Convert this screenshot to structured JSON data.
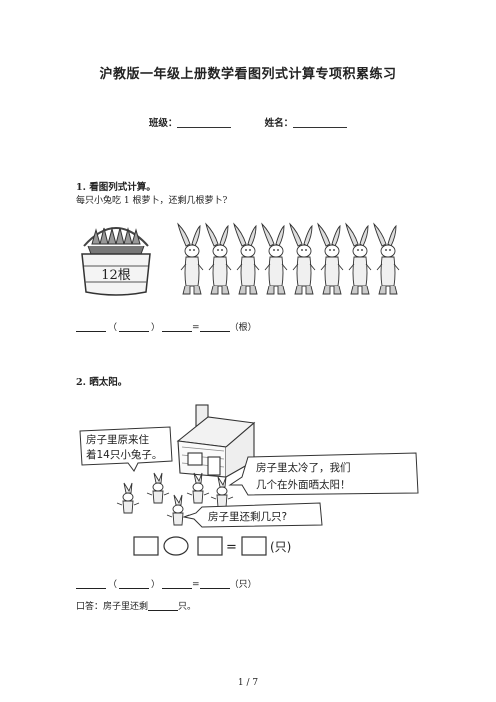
{
  "title": "沪教版一年级上册数学看图列式计算专项积累练习",
  "info": {
    "class_label": "班级：",
    "name_label": "姓名："
  },
  "q1": {
    "heading": "1. 看图列式计算。",
    "text": "每只小兔吃 1 根萝卜，还剩几根萝卜?",
    "basket_label": "12根",
    "paren_open": "（",
    "paren_close": "）",
    "equals": "=",
    "unit": "（根）"
  },
  "q2": {
    "heading": "2. 晒太阳。",
    "bubble_left_line1": "房子里原来住",
    "bubble_left_line2": "着14只小兔子。",
    "bubble_right_line1": "房子里太冷了，我们",
    "bubble_right_line2": "几个在外面晒太阳！",
    "bubble_bottom": "房子里还剩几只?",
    "box_equals": "=",
    "box_unit": "(只)",
    "paren_open": "（",
    "paren_close": "）",
    "equals": "=",
    "unit": "（只）",
    "answer_prefix": "口答：房子里还剩",
    "answer_suffix": "只。"
  },
  "footer": {
    "page": "1 / 7"
  }
}
